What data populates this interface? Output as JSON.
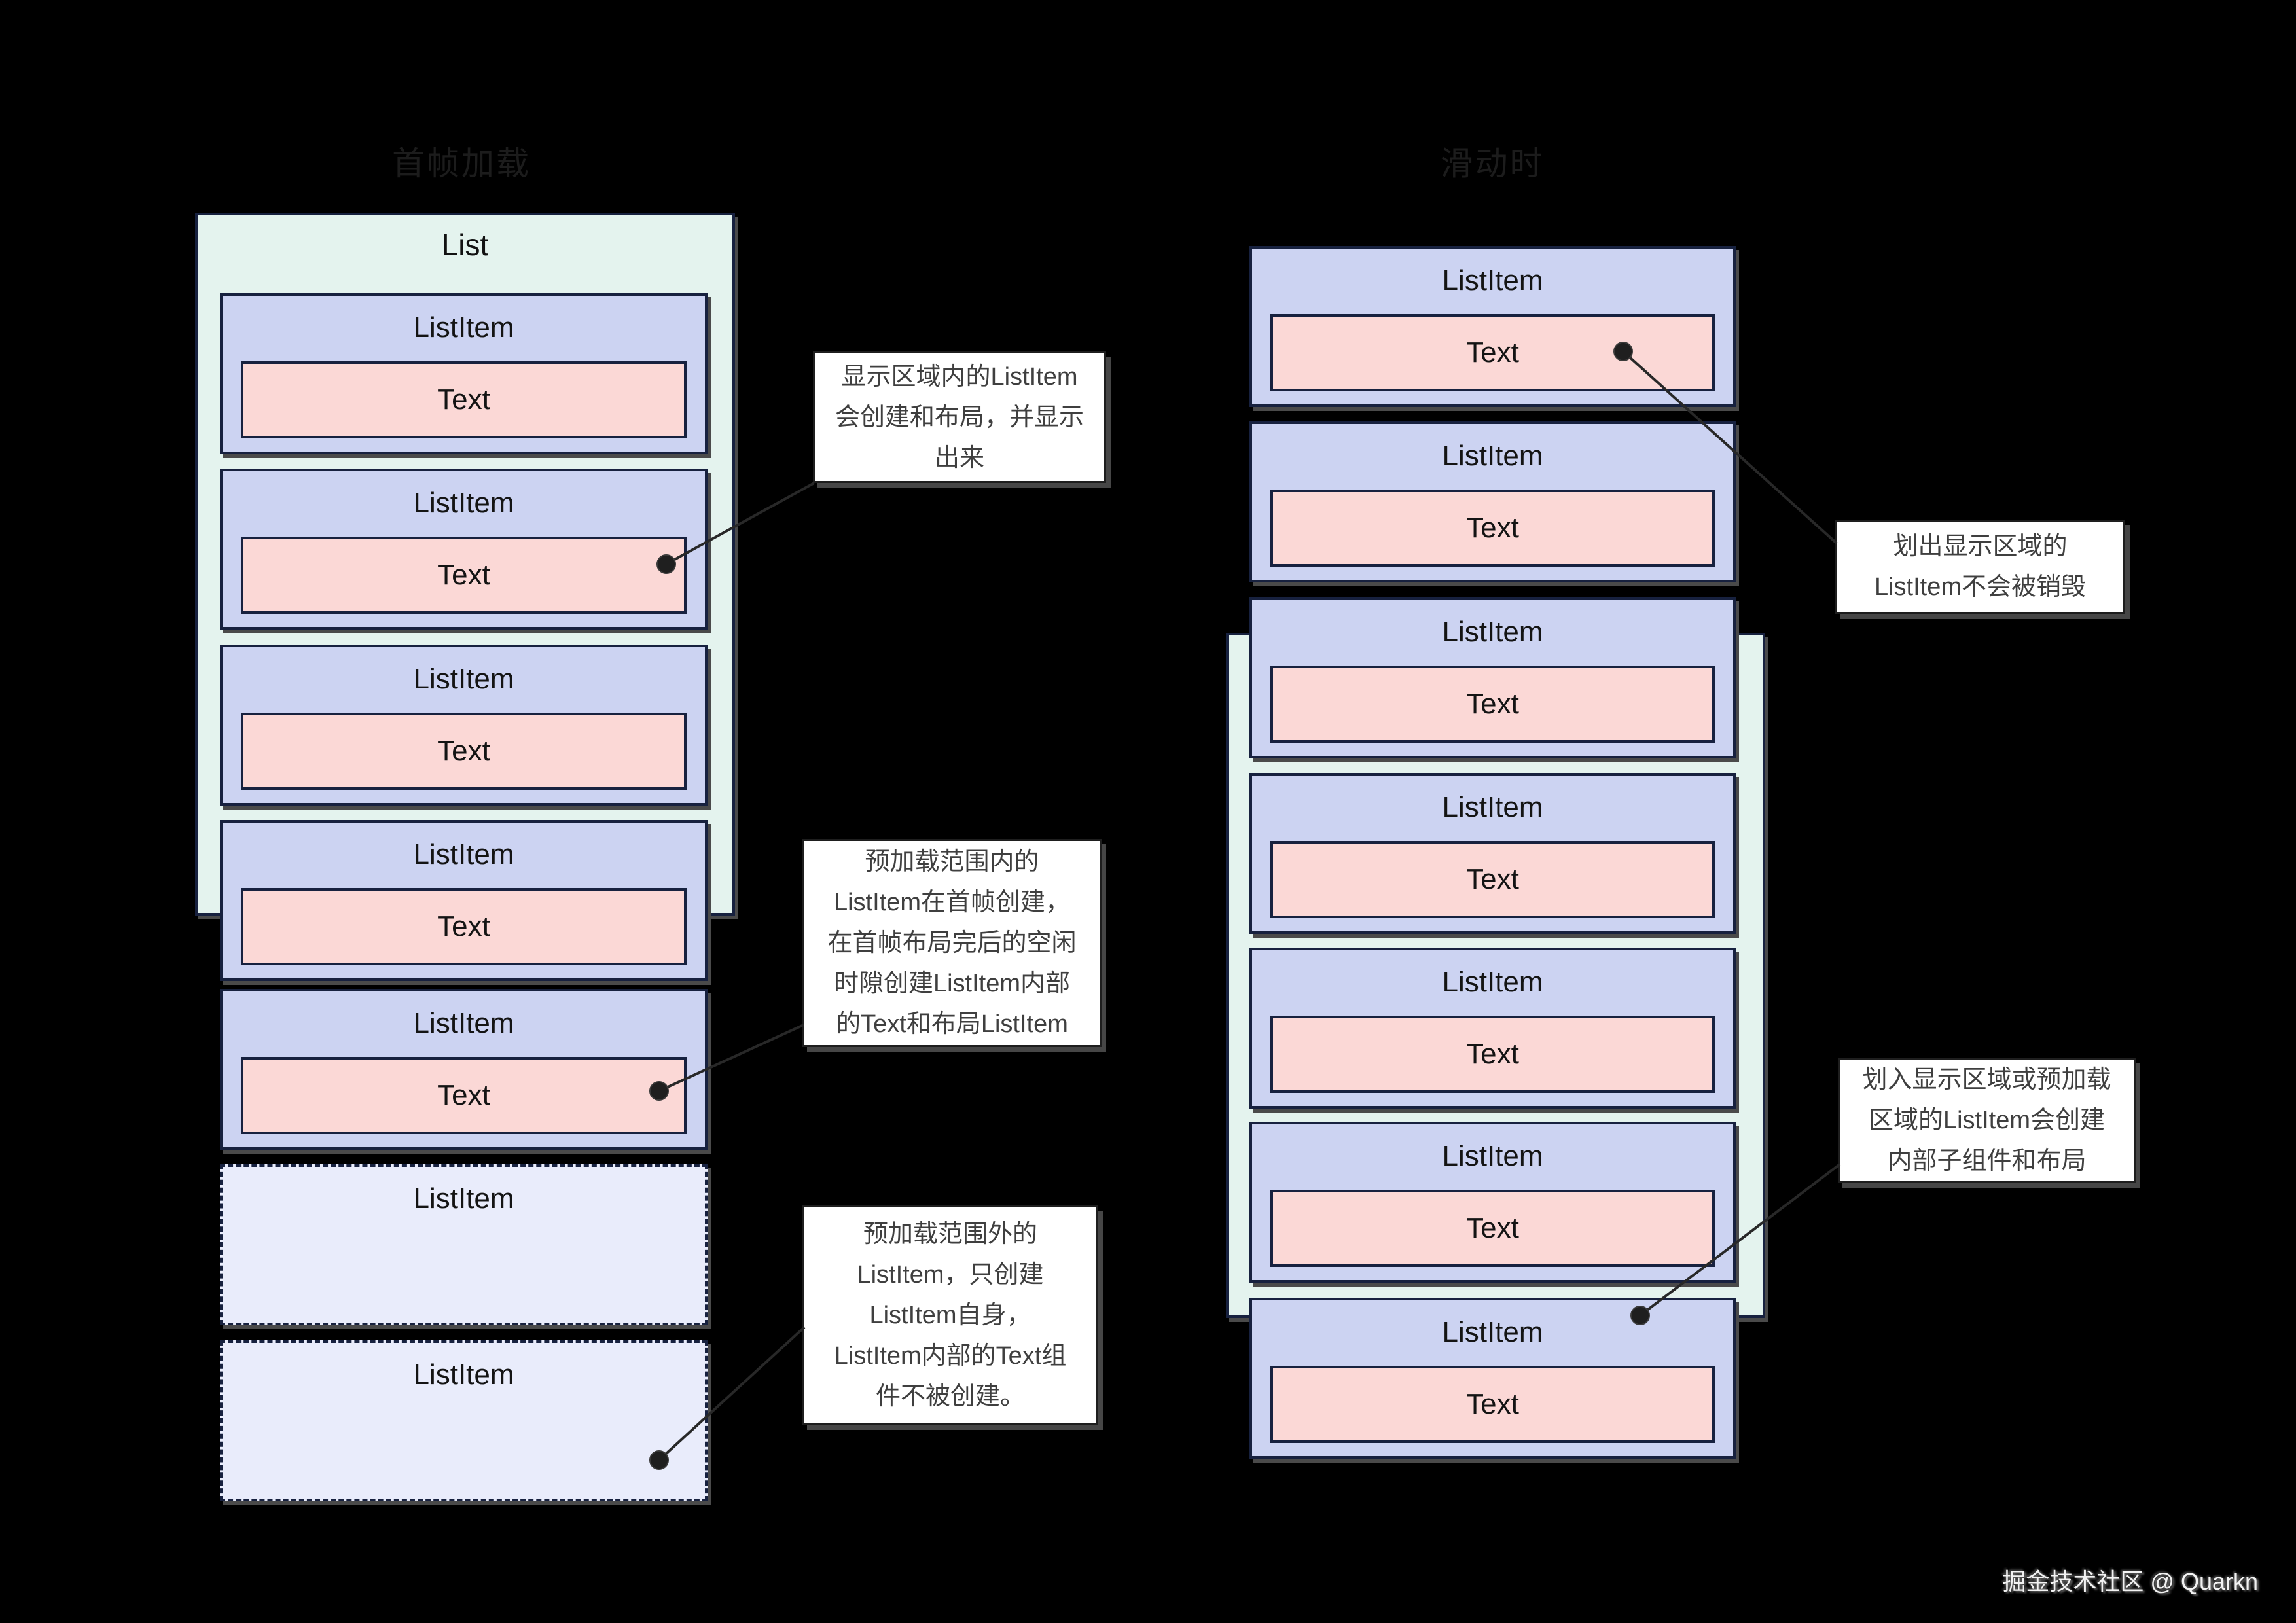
{
  "titles": {
    "left": "首帧加载",
    "right": "滑动时"
  },
  "left": {
    "list_label": "List",
    "items": [
      {
        "label": "ListItem",
        "text": "Text"
      },
      {
        "label": "ListItem",
        "text": "Text"
      },
      {
        "label": "ListItem",
        "text": "Text"
      },
      {
        "label": "ListItem",
        "text": "Text"
      },
      {
        "label": "ListItem",
        "text": "Text"
      },
      {
        "label": "ListItem"
      },
      {
        "label": "ListItem"
      }
    ]
  },
  "right": {
    "items": [
      {
        "label": "ListItem",
        "text": "Text"
      },
      {
        "label": "ListItem",
        "text": "Text"
      },
      {
        "label": "ListItem",
        "text": "Text"
      },
      {
        "label": "ListItem",
        "text": "Text"
      },
      {
        "label": "ListItem",
        "text": "Text"
      },
      {
        "label": "ListItem",
        "text": "Text"
      },
      {
        "label": "ListItem",
        "text": "Text"
      }
    ]
  },
  "annotations": [
    {
      "lines": [
        "显示区域内的ListItem",
        "会创建和布局，并显示",
        "出来"
      ]
    },
    {
      "lines": [
        "预加载范围内的",
        "ListItem在首帧创建，",
        "在首帧布局完后的空闲",
        "时隙创建ListItem内部",
        "的Text和布局ListItem"
      ]
    },
    {
      "lines": [
        "预加载范围外的",
        "ListItem，只创建",
        "ListItem自身，",
        "ListItem内部的Text组",
        "件不被创建。"
      ]
    },
    {
      "lines": [
        "划出显示区域的",
        "ListItem不会被销毁"
      ]
    },
    {
      "lines": [
        "划入显示区域或预加载",
        "区域的ListItem会创建",
        "内部子组件和布局"
      ]
    }
  ],
  "watermark": "掘金技术社区 @ Quarkn",
  "colors": {
    "background": "#000000",
    "list_fill": "#e4f3ee",
    "item_fill": "#ccd3f2",
    "item_dashed_fill": "#e9ecfb",
    "text_fill": "#fbd8d6",
    "border": "#17213f",
    "annotation_text": "#3f3f3f"
  }
}
